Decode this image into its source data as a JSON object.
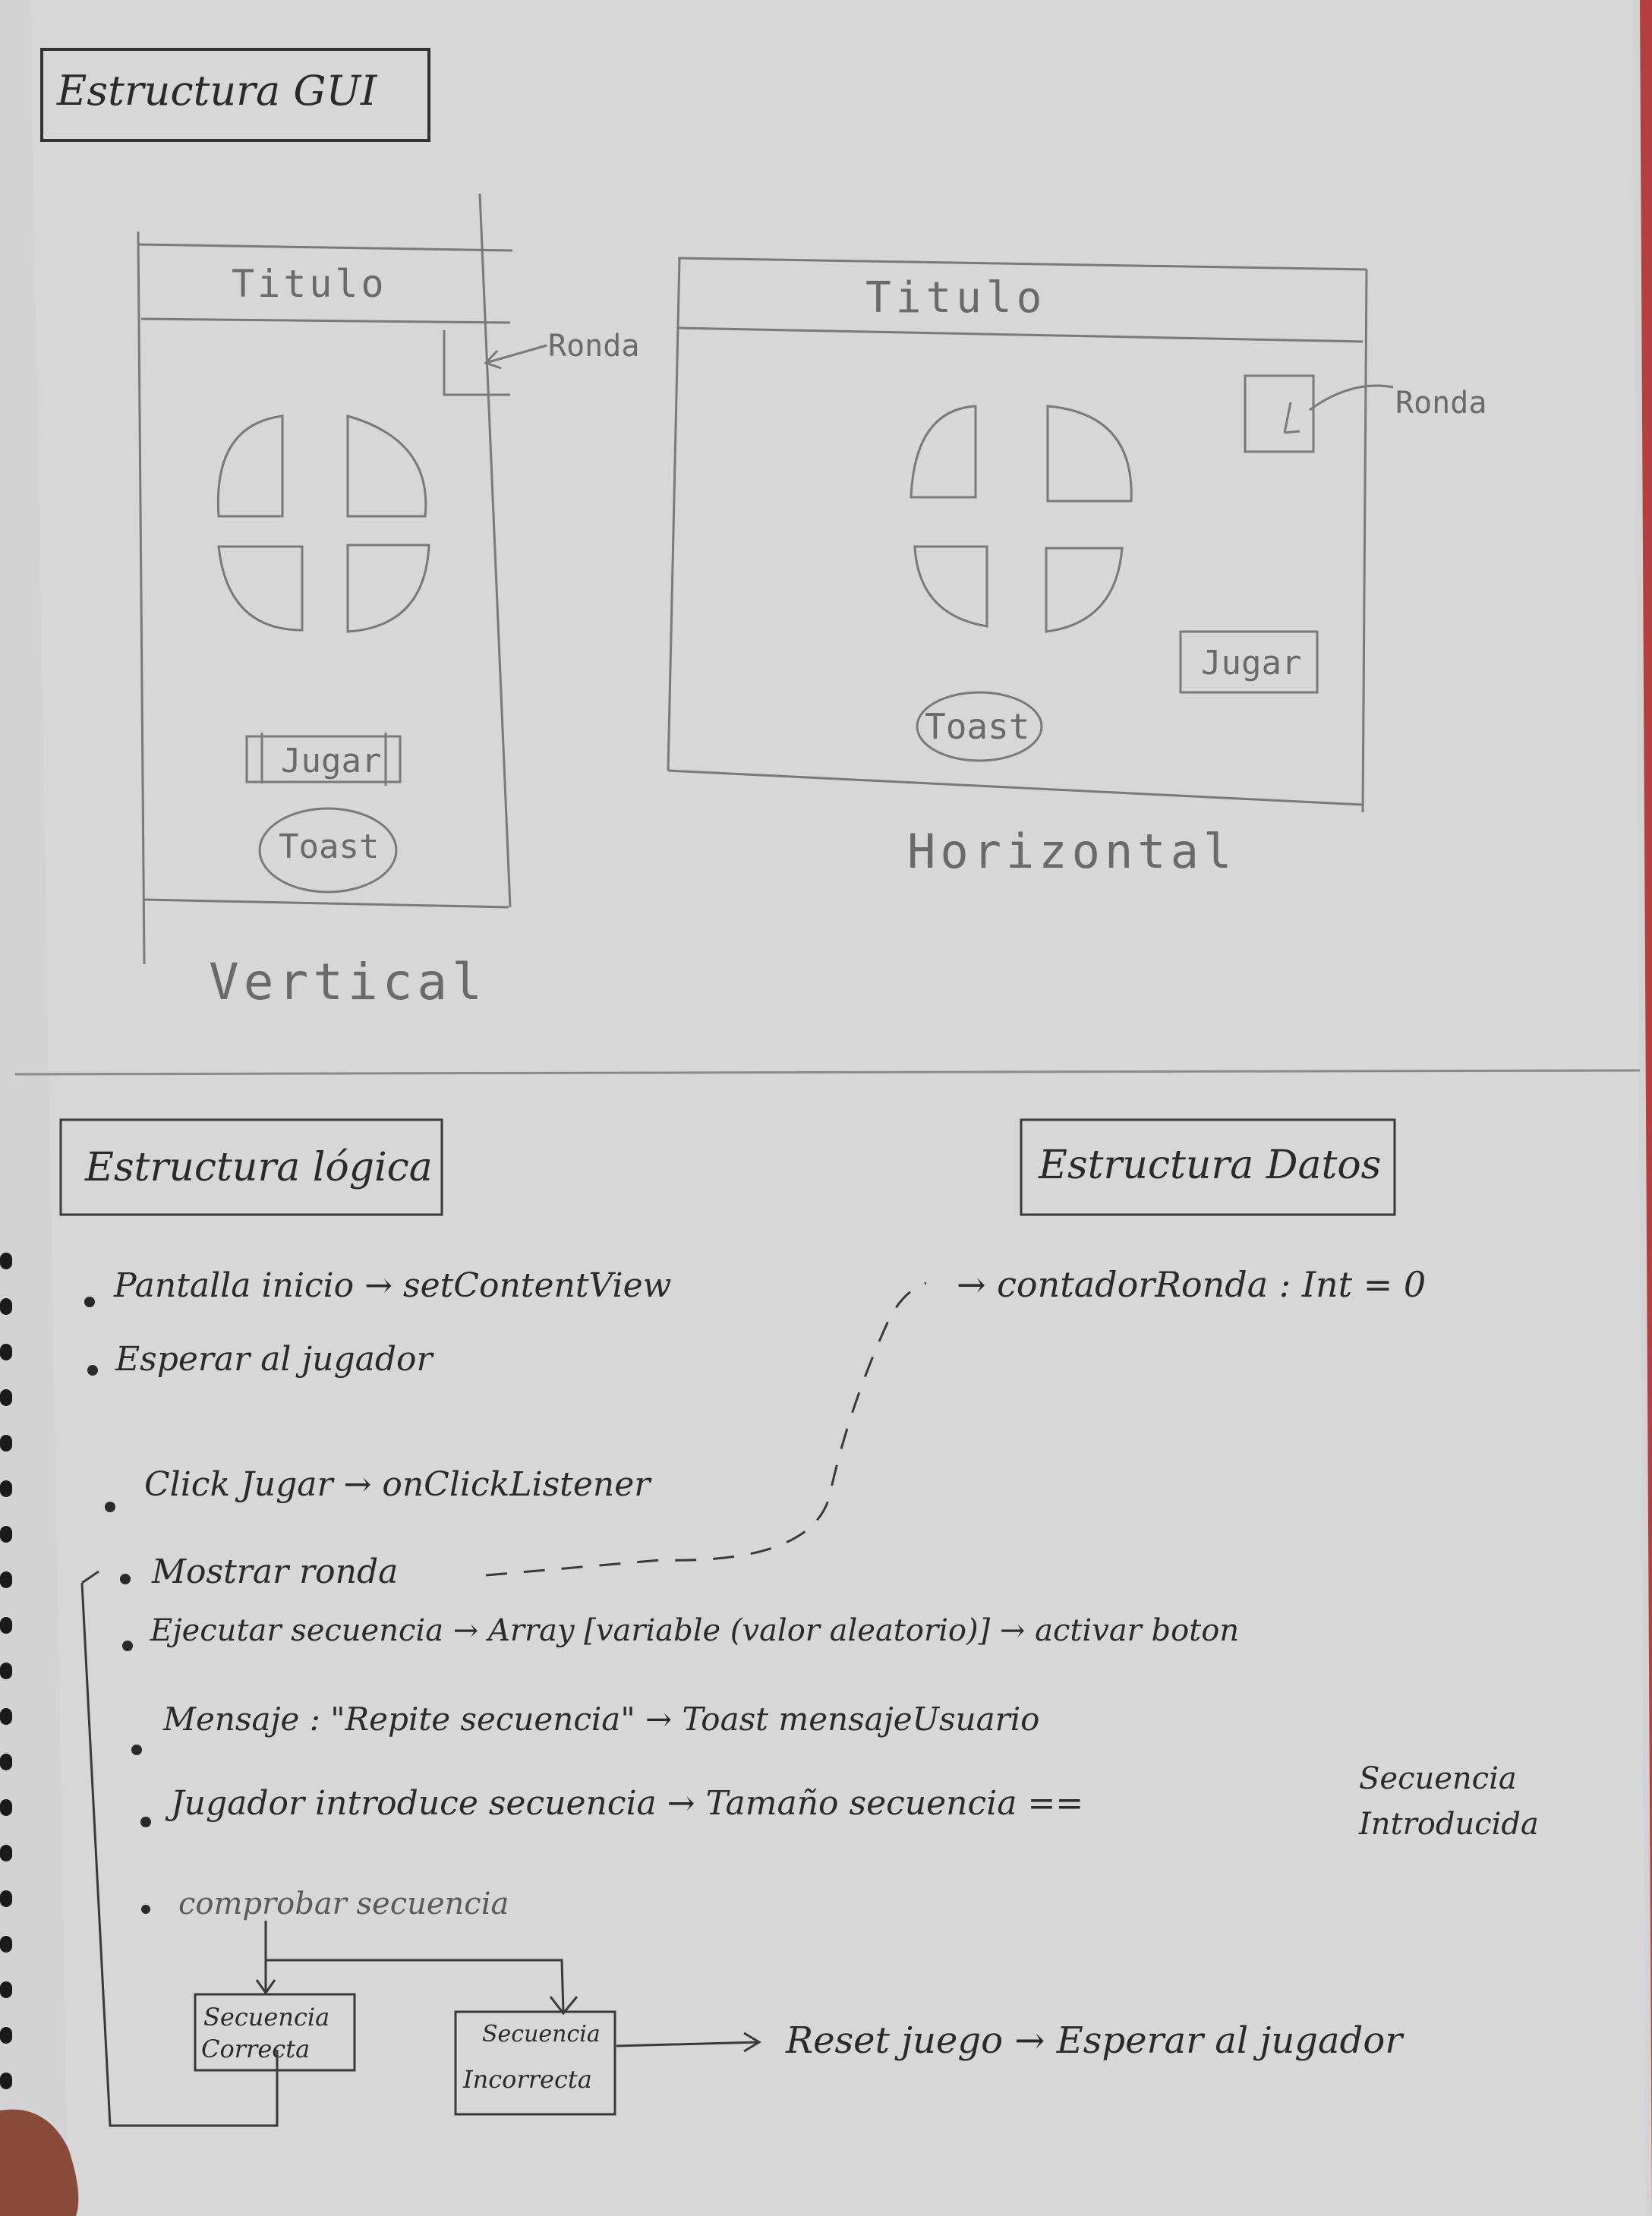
{
  "gui": {
    "title": "Estructura GUI",
    "vertical": {
      "caption": "Vertical",
      "title_label": "Titulo",
      "round_label": "Ronda",
      "play_button": "Jugar",
      "toast_label": "Toast"
    },
    "horizontal": {
      "caption": "Horizontal",
      "title_label": "Titulo",
      "round_label": "Ronda",
      "play_button": "Jugar",
      "toast_label": "Toast"
    }
  },
  "logic": {
    "title": "Estructura lógica",
    "steps": [
      "Pantalla inicio → setContentView",
      "Esperar al jugador",
      "Click Jugar → onClickListener",
      "Mostrar ronda",
      "Ejecutar secuencia → Array [variable (valor aleatorio)] → activar boton",
      "Mensaje : \"Repite secuencia\" → Toast mensajeUsuario",
      "Jugador introduce secuencia → Tamaño secuencia ==",
      "comprobar secuencia"
    ],
    "comparison": [
      "Secuencia",
      "Introducida"
    ],
    "outcomes": {
      "correct": [
        "Secuencia",
        "Correcta"
      ],
      "incorrect": [
        "Secuencia",
        "Incorrecta"
      ]
    },
    "after_incorrect": "Reset juego → Esperar al jugador"
  },
  "data": {
    "title": "Estructura Datos",
    "counter": "→ contadorRonda : Int = 0"
  }
}
